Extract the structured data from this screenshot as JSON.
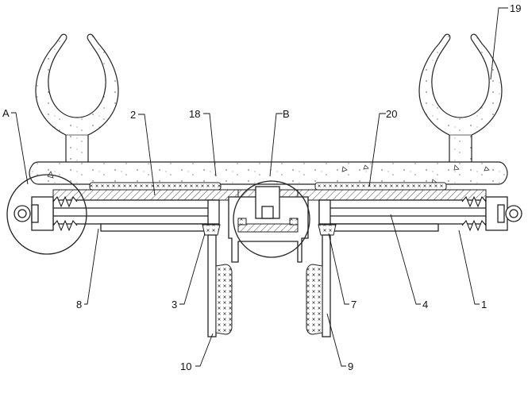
{
  "labels": {
    "l19": "19",
    "lA": "A",
    "l2": "2",
    "l18": "18",
    "lB": "B",
    "l20": "20",
    "l8": "8",
    "l3": "3",
    "l7": "7",
    "l4": "4",
    "l1": "1",
    "l10": "10",
    "l9": "9"
  }
}
